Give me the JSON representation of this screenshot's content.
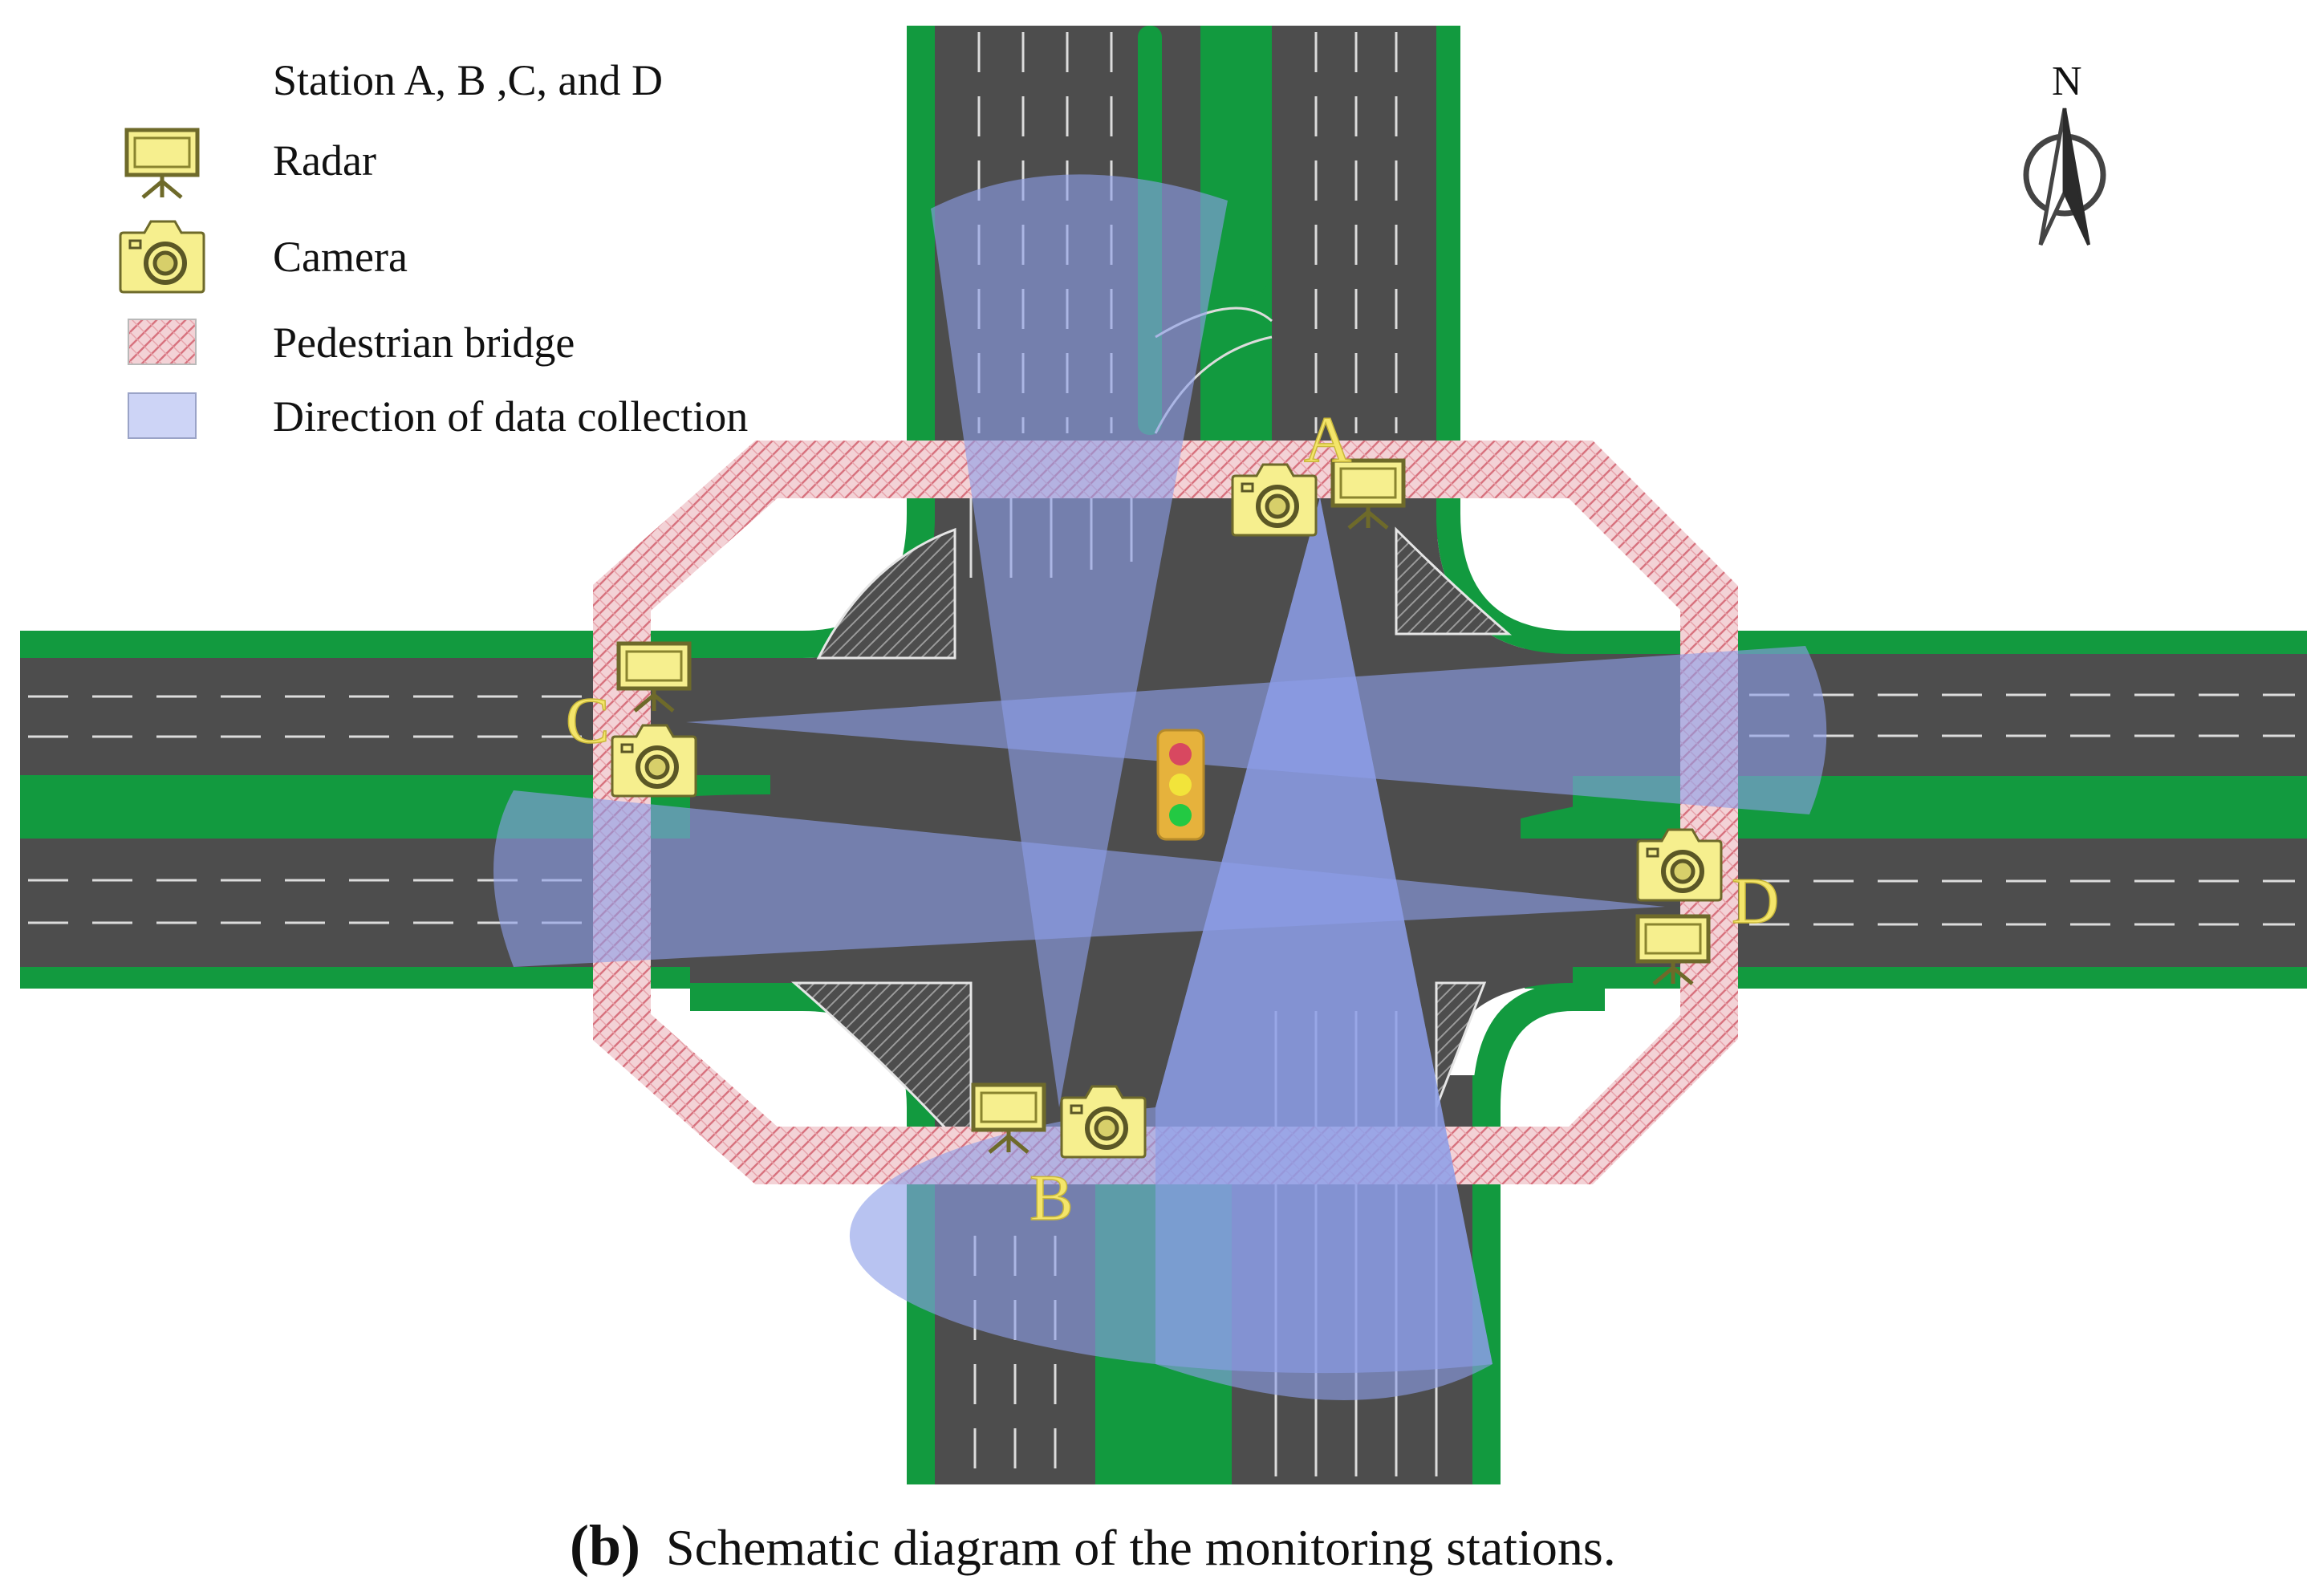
{
  "legend": {
    "title": "Station A, B ,C, and D",
    "items": [
      {
        "key": "radar",
        "label": "Radar"
      },
      {
        "key": "camera",
        "label": "Camera"
      },
      {
        "key": "bridge",
        "label": "Pedestrian bridge"
      },
      {
        "key": "collection",
        "label": "Direction of data collection"
      }
    ]
  },
  "compass": {
    "label": "N"
  },
  "stations": [
    {
      "id": "A",
      "label": "A"
    },
    {
      "id": "B",
      "label": "B"
    },
    {
      "id": "C",
      "label": "C"
    },
    {
      "id": "D",
      "label": "D"
    }
  ],
  "caption": {
    "tag": "(b)",
    "text": "Schematic diagram of the monitoring stations."
  },
  "colors": {
    "road": "#4d4d4d",
    "median": "#129a3f",
    "bridge": "#e9b1b8",
    "collection": "#8d9ee8",
    "device": "#f6ef8e",
    "device_stroke": "#6e6a2a",
    "signal_red": "#d84860",
    "signal_yellow": "#f2e43a",
    "signal_green": "#23c943"
  }
}
